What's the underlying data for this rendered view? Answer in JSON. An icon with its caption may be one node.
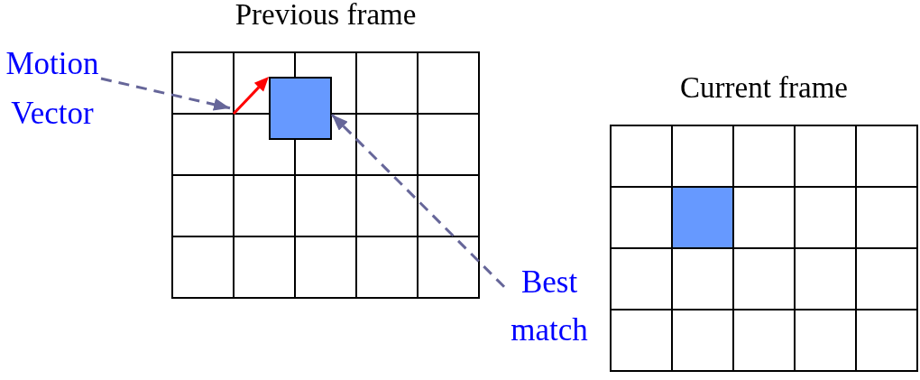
{
  "diagram": {
    "nodes": [
      {
        "text": [
          "Previous frame"
        ]
      },
      {
        "text": [],
        "shape": "arrow",
        "in": 0
      },
      {
        "text": [],
        "shape": "box",
        "in": 0
      },
      {
        "text": [
          "Motion Vector"
        ]
      },
      {
        "text": [
          "Current frame"
        ]
      },
      {
        "text": [],
        "shape": "box",
        "in": 4
      },
      {
        "text": [
          "Best match"
        ]
      }
    ],
    "edges": [
      {
        "from": 3,
        "to": 1,
        "arrow": "to",
        "style": "dashed"
      },
      {
        "from": 6,
        "to": 2,
        "arrow": "to",
        "style": "dashed"
      }
    ]
  }
}
